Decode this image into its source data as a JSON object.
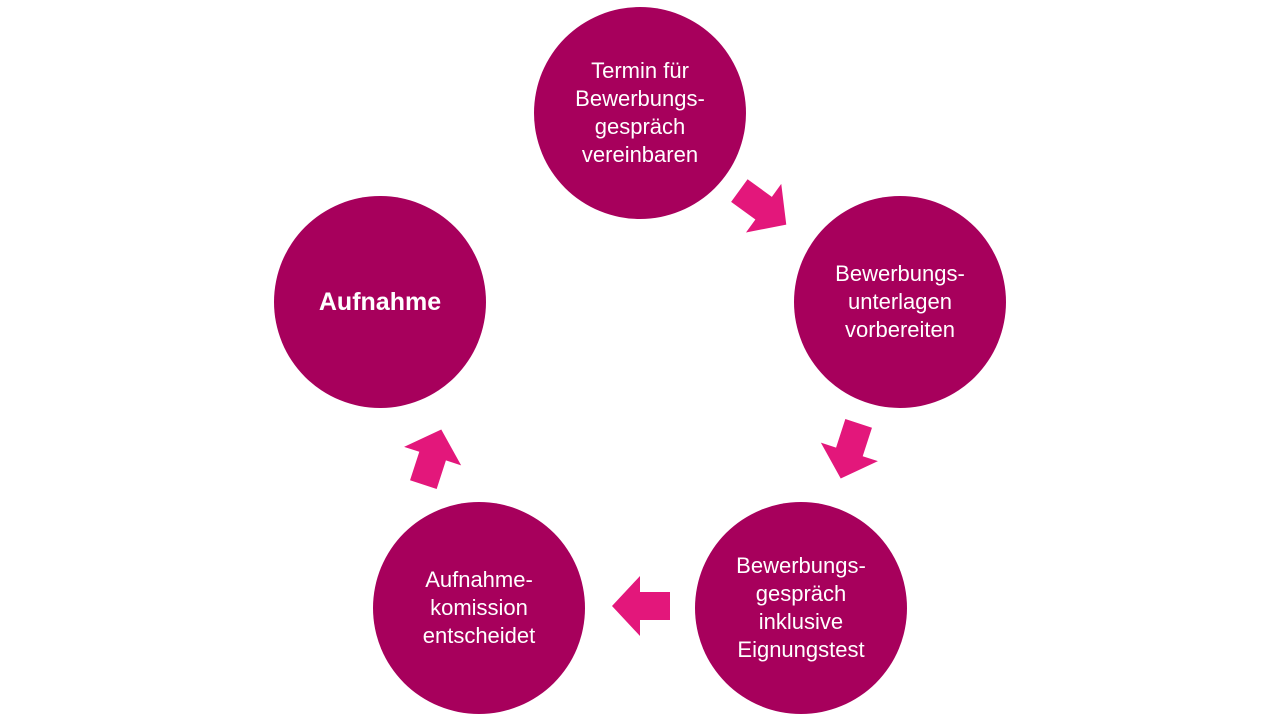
{
  "colors": {
    "circle": "#a7005c",
    "arrow": "#e3177b",
    "text": "#ffffff",
    "background": "#ffffff"
  },
  "steps": [
    {
      "label": "Termin für\nBewerbungs-\ngespräch\nvereinbaren",
      "emphasis": false
    },
    {
      "label": "Bewerbungs-\nunterlagen\nvorbereiten",
      "emphasis": false
    },
    {
      "label": "Bewerbungs-\ngespräch\ninklusive\nEignungstest",
      "emphasis": false
    },
    {
      "label": "Aufnahme-\nkomission\nentscheidet",
      "emphasis": false
    },
    {
      "label": "Aufnahme",
      "emphasis": true
    }
  ],
  "arrows": [
    {
      "from": "step-1",
      "to": "step-2",
      "icon": "arrow-icon"
    },
    {
      "from": "step-2",
      "to": "step-3",
      "icon": "arrow-icon"
    },
    {
      "from": "step-3",
      "to": "step-4",
      "icon": "arrow-icon"
    },
    {
      "from": "step-4",
      "to": "step-5",
      "icon": "arrow-icon"
    }
  ]
}
